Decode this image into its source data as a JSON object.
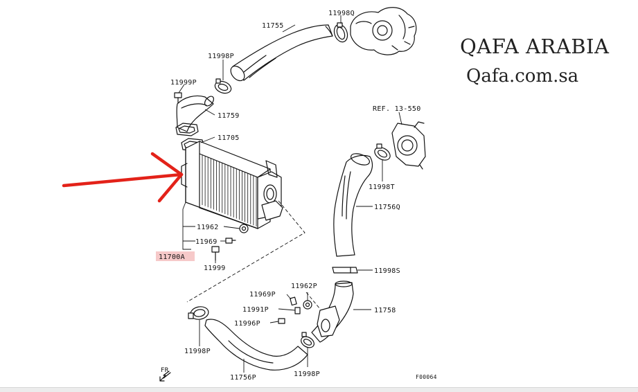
{
  "brand": {
    "name": "QAFA ARABIA",
    "site": "Qafa.com.sa"
  },
  "diagram": {
    "ref_label": "REF. 13-550",
    "figure_code": "F00064",
    "front_marker": "FR",
    "highlight_color": "#f6c9c9",
    "arrow_color": "#e32219",
    "parts": {
      "p11755": "11755",
      "p11998q": "11998Q",
      "p11998p_top": "11998P",
      "p11999p": "11999P",
      "p11759": "11759",
      "p11705": "11705",
      "p11998t": "11998T",
      "p11756q": "11756Q",
      "p11962": "11962",
      "p11969": "11969",
      "p11700a": "11700A",
      "p11999": "11999",
      "p11998s": "11998S",
      "p11969p": "11969P",
      "p11962p": "11962P",
      "p11991p": "11991P",
      "p11996p": "11996P",
      "p11758": "11758",
      "p11998p_left": "11998P",
      "p11756p": "11756P",
      "p11998p_bottom": "11998P"
    }
  }
}
